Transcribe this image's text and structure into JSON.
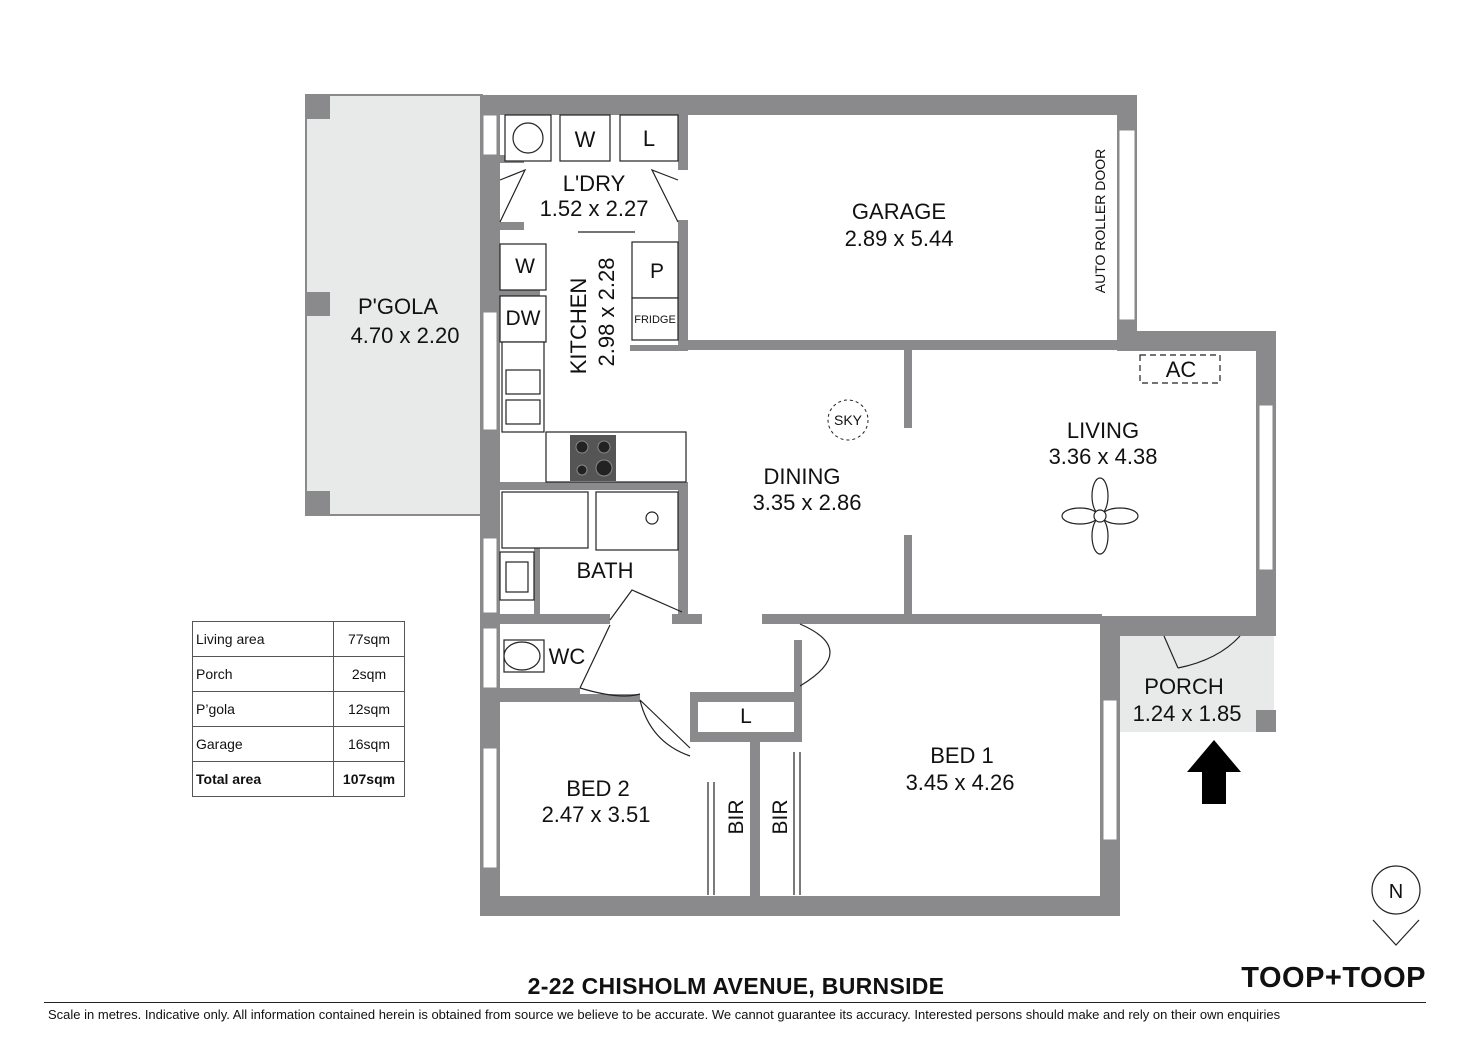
{
  "rooms": {
    "pergola": {
      "name": "P'GOLA",
      "dims": "4.70 x 2.20"
    },
    "laundry": {
      "name": "L'DRY",
      "dims": "1.52 x 2.27"
    },
    "garage": {
      "name": "GARAGE",
      "dims": "2.89 x 5.44"
    },
    "kitchen": {
      "name": "KITCHEN",
      "dims": "2.98 x 2.28"
    },
    "dining": {
      "name": "DINING",
      "dims": "3.35 x 2.86"
    },
    "living": {
      "name": "LIVING",
      "dims": "3.36 x 4.38"
    },
    "bath": {
      "name": "BATH"
    },
    "wc": {
      "name": "WC"
    },
    "porch": {
      "name": "PORCH",
      "dims": "1.24 x 1.85"
    },
    "bed1": {
      "name": "BED 1",
      "dims": "3.45 x 4.26"
    },
    "bed2": {
      "name": "BED 2",
      "dims": "2.47 x 3.51"
    }
  },
  "fixtures": {
    "washer_laundry": "W",
    "linen_laundry": "L",
    "washer_kitchen": "W",
    "dishwasher": "DW",
    "pantry": "P",
    "fridge": "FRIDGE",
    "skylight": "SKY",
    "aircon": "AC",
    "linen_hall": "L",
    "bir_bed2": "BIR",
    "bir_bed1": "BIR",
    "roller_door": "AUTO ROLLER DOOR"
  },
  "compass": "N",
  "area_table": [
    {
      "label": "Living area",
      "value": "77sqm"
    },
    {
      "label": "Porch",
      "value": "2sqm"
    },
    {
      "label": "P’gola",
      "value": "12sqm"
    },
    {
      "label": "Garage",
      "value": "16sqm"
    },
    {
      "label": "Total area",
      "value": "107sqm"
    }
  ],
  "address": "2-22 CHISHOLM AVENUE, BURNSIDE",
  "brand": "TOOP+TOOP",
  "disclaimer": "Scale in metres. Indicative only. All information contained herein is obtained from source we believe to be accurate. We cannot guarantee its accuracy. Interested persons should make and rely on their own enquiries",
  "colors": {
    "wall": "#8a8a8c",
    "pergola_fill": "#e8e9e9",
    "porch_fill": "#e8e9e9",
    "line": "#222222"
  }
}
